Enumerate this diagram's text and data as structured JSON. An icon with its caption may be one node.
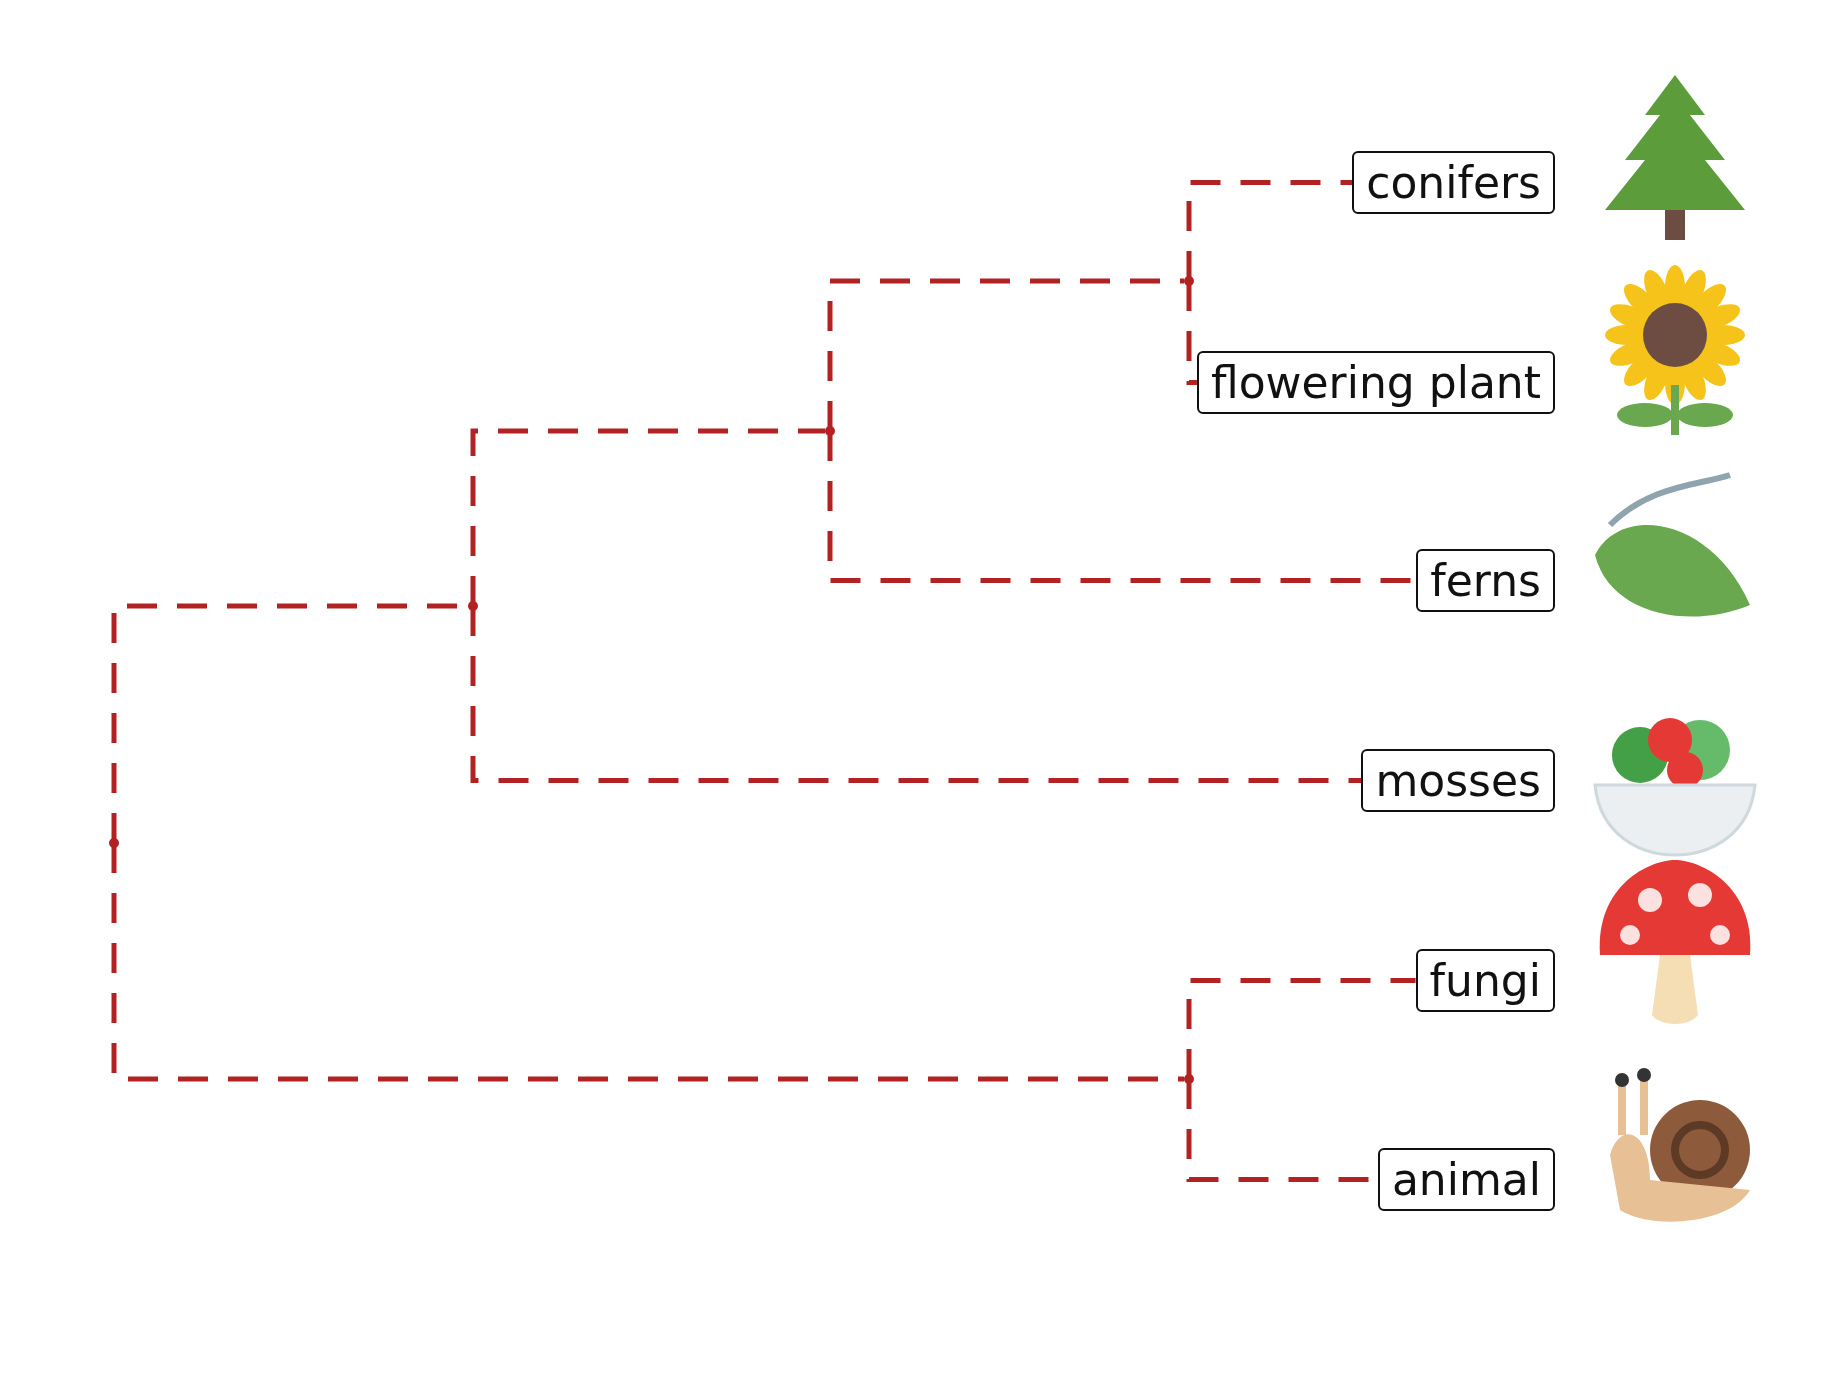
{
  "diagram": {
    "nodes": [
      {
        "text": [
          "conifers"
        ]
      },
      {
        "text": [
          "flowering plant"
        ]
      },
      {
        "text": [
          "ferns"
        ]
      },
      {
        "text": [
          "mosses"
        ]
      },
      {
        "text": [
          "fungi"
        ]
      },
      {
        "text": [
          "animal"
        ]
      },
      {
        "text": [],
        "shape": "point"
      },
      {
        "text": [],
        "shape": "point"
      },
      {
        "text": [],
        "shape": "point"
      },
      {
        "text": [],
        "shape": "point"
      },
      {
        "text": [],
        "shape": "point"
      }
    ],
    "edges": [
      {
        "from": 6,
        "to": 0,
        "arrow": "none",
        "style": "dashed"
      },
      {
        "from": 6,
        "to": 1,
        "arrow": "none",
        "style": "dashed"
      },
      {
        "from": 7,
        "to": 6,
        "arrow": "none",
        "style": "dashed"
      },
      {
        "from": 7,
        "to": 2,
        "arrow": "none",
        "style": "dashed"
      },
      {
        "from": 8,
        "to": 7,
        "arrow": "none",
        "style": "dashed"
      },
      {
        "from": 8,
        "to": 3,
        "arrow": "none",
        "style": "dashed"
      },
      {
        "from": 9,
        "to": 8,
        "arrow": "none",
        "style": "dashed"
      },
      {
        "from": 9,
        "to": 10,
        "arrow": "none",
        "style": "dashed"
      },
      {
        "from": 10,
        "to": 4,
        "arrow": "none",
        "style": "dashed"
      },
      {
        "from": 10,
        "to": 5,
        "arrow": "none",
        "style": "dashed"
      }
    ]
  }
}
